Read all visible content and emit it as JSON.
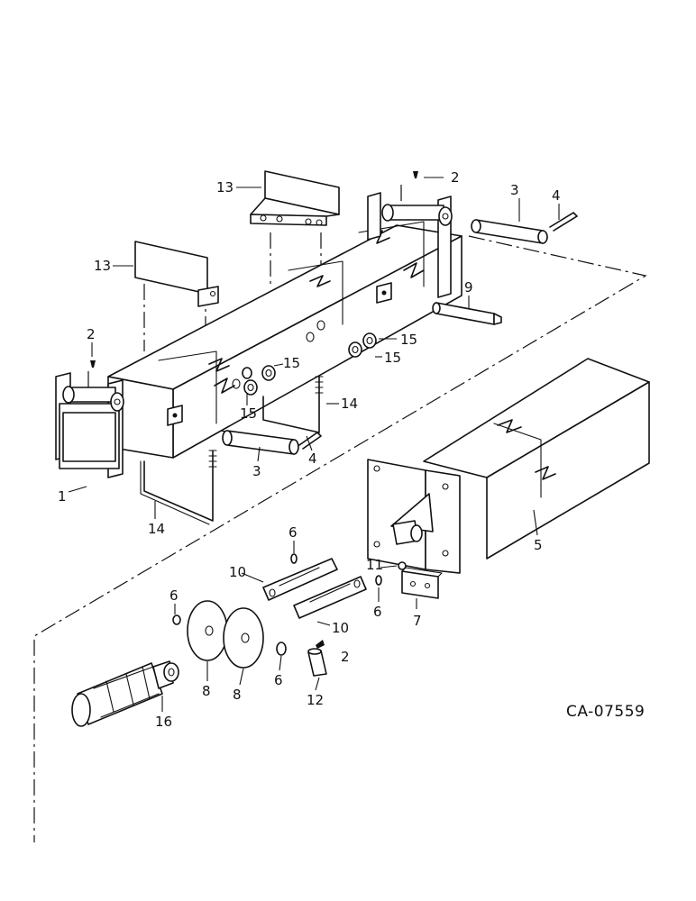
{
  "drawing_id": "CA-07559",
  "callouts": {
    "c1": "1",
    "c2_top": "2",
    "c2_left": "2",
    "c2_lower": "2",
    "c3_top": "3",
    "c3_mid": "3",
    "c4_top": "4",
    "c4_mid": "4",
    "c5": "5",
    "c6_a": "6",
    "c6_b": "6",
    "c6_c": "6",
    "c6_d": "6",
    "c7": "7",
    "c8_a": "8",
    "c8_b": "8",
    "c9": "9",
    "c10_a": "10",
    "c10_b": "10",
    "c11": "11",
    "c12": "12",
    "c13_top": "13",
    "c13_left": "13",
    "c14_left": "14",
    "c14_right": "14",
    "c15_a": "15",
    "c15_b": "15",
    "c15_c": "15",
    "c15_d": "15",
    "c16": "16"
  }
}
